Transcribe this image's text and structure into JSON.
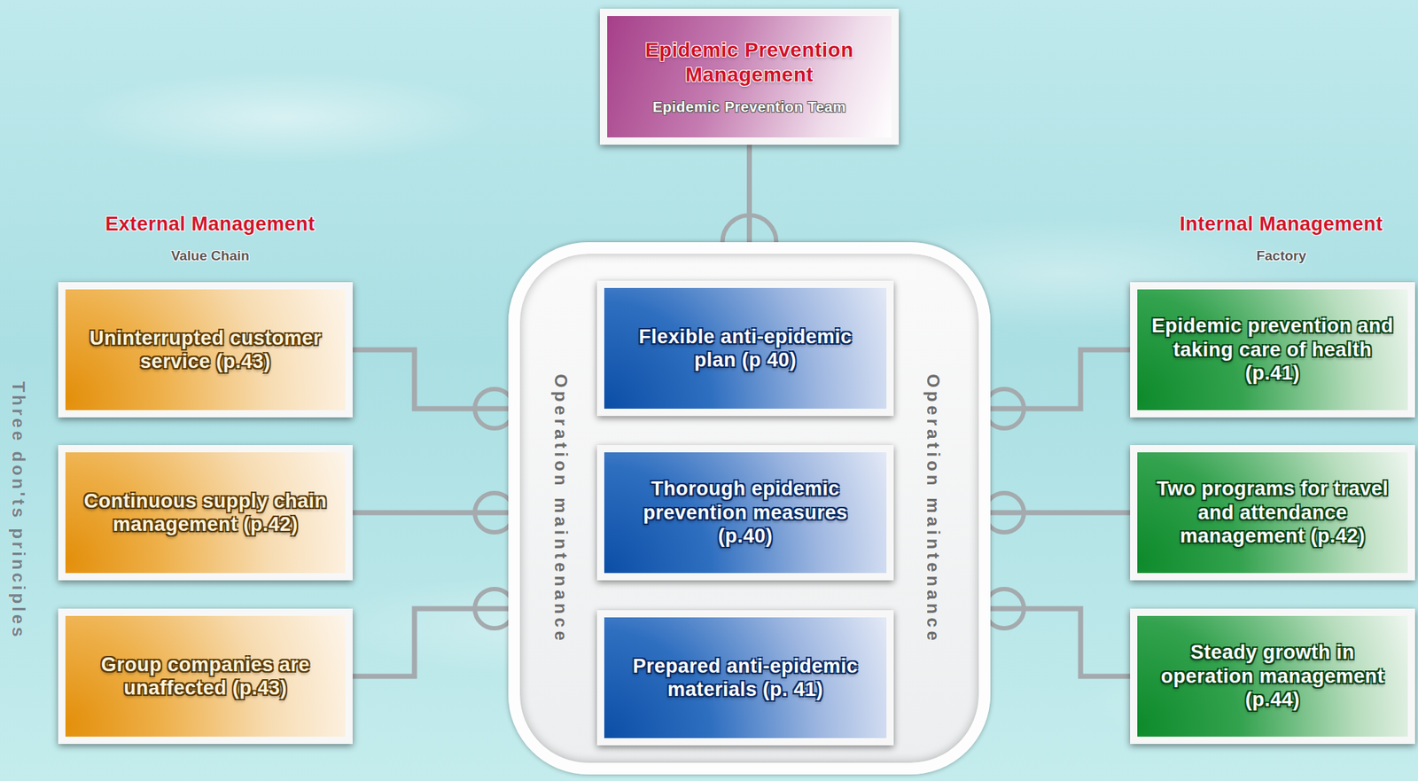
{
  "diagram": {
    "nodes": [
      {
        "text": [
          "Epidemic Prevention Management",
          "Epidemic Prevention Team"
        ]
      },
      {
        "text": [
          "Operation maintenance",
          "Operation maintenance"
        ]
      },
      {
        "text": [
          "Flexible anti-epidemic plan (p 40)"
        ],
        "in": 1
      },
      {
        "text": [
          "Thorough epidemic prevention measures (p.40)"
        ],
        "in": 1
      },
      {
        "text": [
          "Prepared anti-epidemic materials (p. 41)"
        ],
        "in": 1
      },
      {
        "text": [
          "Uninterrupted customer service (p.43)"
        ]
      },
      {
        "text": [
          "Continuous supply chain management (p.42)"
        ]
      },
      {
        "text": [
          "Group companies are unaffected (p.43)"
        ]
      },
      {
        "text": [
          "Epidemic prevention and taking care of health (p.41)"
        ]
      },
      {
        "text": [
          "Two programs for travel and attendance management (p.42)"
        ]
      },
      {
        "text": [
          "Steady growth in operation management (p.44)"
        ]
      }
    ],
    "edges": [
      {
        "from": 0,
        "to": 1,
        "arrow": "none"
      },
      {
        "from": 5,
        "to": 1,
        "arrow": "none"
      },
      {
        "from": 6,
        "to": 1,
        "arrow": "none"
      },
      {
        "from": 7,
        "to": 1,
        "arrow": "none"
      },
      {
        "from": 1,
        "to": 8,
        "arrow": "none"
      },
      {
        "from": 1,
        "to": 9,
        "arrow": "none"
      },
      {
        "from": 1,
        "to": 10,
        "arrow": "none"
      }
    ],
    "labels": [
      "External Management",
      "Value Chain",
      "Internal Management",
      "Factory",
      "Three don'ts principles"
    ]
  }
}
